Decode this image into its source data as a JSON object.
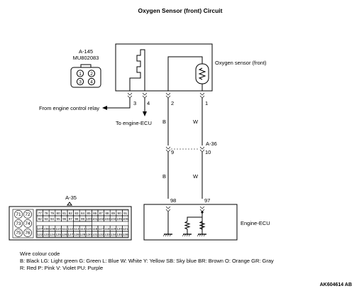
{
  "title": "Oxygen Sensor (front) Circuit",
  "connector_a145": {
    "id": "A-145",
    "part": "MU802083",
    "pins": [
      "1",
      "2",
      "3",
      "4"
    ]
  },
  "connector_a35": {
    "id": "A-35",
    "left_pins": [
      "71",
      "72",
      "73",
      "74",
      "75",
      "76"
    ],
    "row1": [
      "77",
      "78",
      "79",
      "80",
      "81",
      "82",
      "83",
      "84",
      "85",
      "86",
      "87",
      "88",
      "89",
      "90",
      "91"
    ],
    "row2": [
      "92",
      "93",
      "94",
      "95",
      "96",
      "97",
      "98",
      "99",
      "100",
      "101",
      "102",
      "103",
      "104",
      "105",
      "106"
    ],
    "row3": [
      "107",
      "108",
      "109",
      "110",
      "111",
      "112",
      "113",
      "114",
      "115",
      "116",
      "117",
      "118",
      "119",
      "120",
      "121"
    ],
    "row4": [
      "122",
      "123",
      "124",
      "125",
      "126",
      "127",
      "128",
      "129",
      "130",
      "131",
      "132",
      "133",
      "134",
      "135",
      "136"
    ]
  },
  "sensor": {
    "label": "Oxygen sensor (front)",
    "pins": [
      "3",
      "4",
      "2",
      "1"
    ]
  },
  "wires": {
    "relay_label": "From engine control relay",
    "ecu_out_label": "To engine-ECU",
    "left_color": "B",
    "right_color": "W"
  },
  "junction": {
    "id": "A-36",
    "left_pin": "9",
    "right_pin": "10"
  },
  "ecu": {
    "label": "Engine-ECU",
    "left_pin": "98",
    "right_pin": "97"
  },
  "legend": {
    "heading": "Wire colour code",
    "line1": "B: Black  LG: Light green  G: Green  L: Blue  W: White  Y: Yellow  SB: Sky blue  BR: Brown  O: Orange  GR: Gray",
    "line2": "R: Red  P: Pink  V: Violet  PU: Purple"
  },
  "ref_code": "AK604614 AB"
}
